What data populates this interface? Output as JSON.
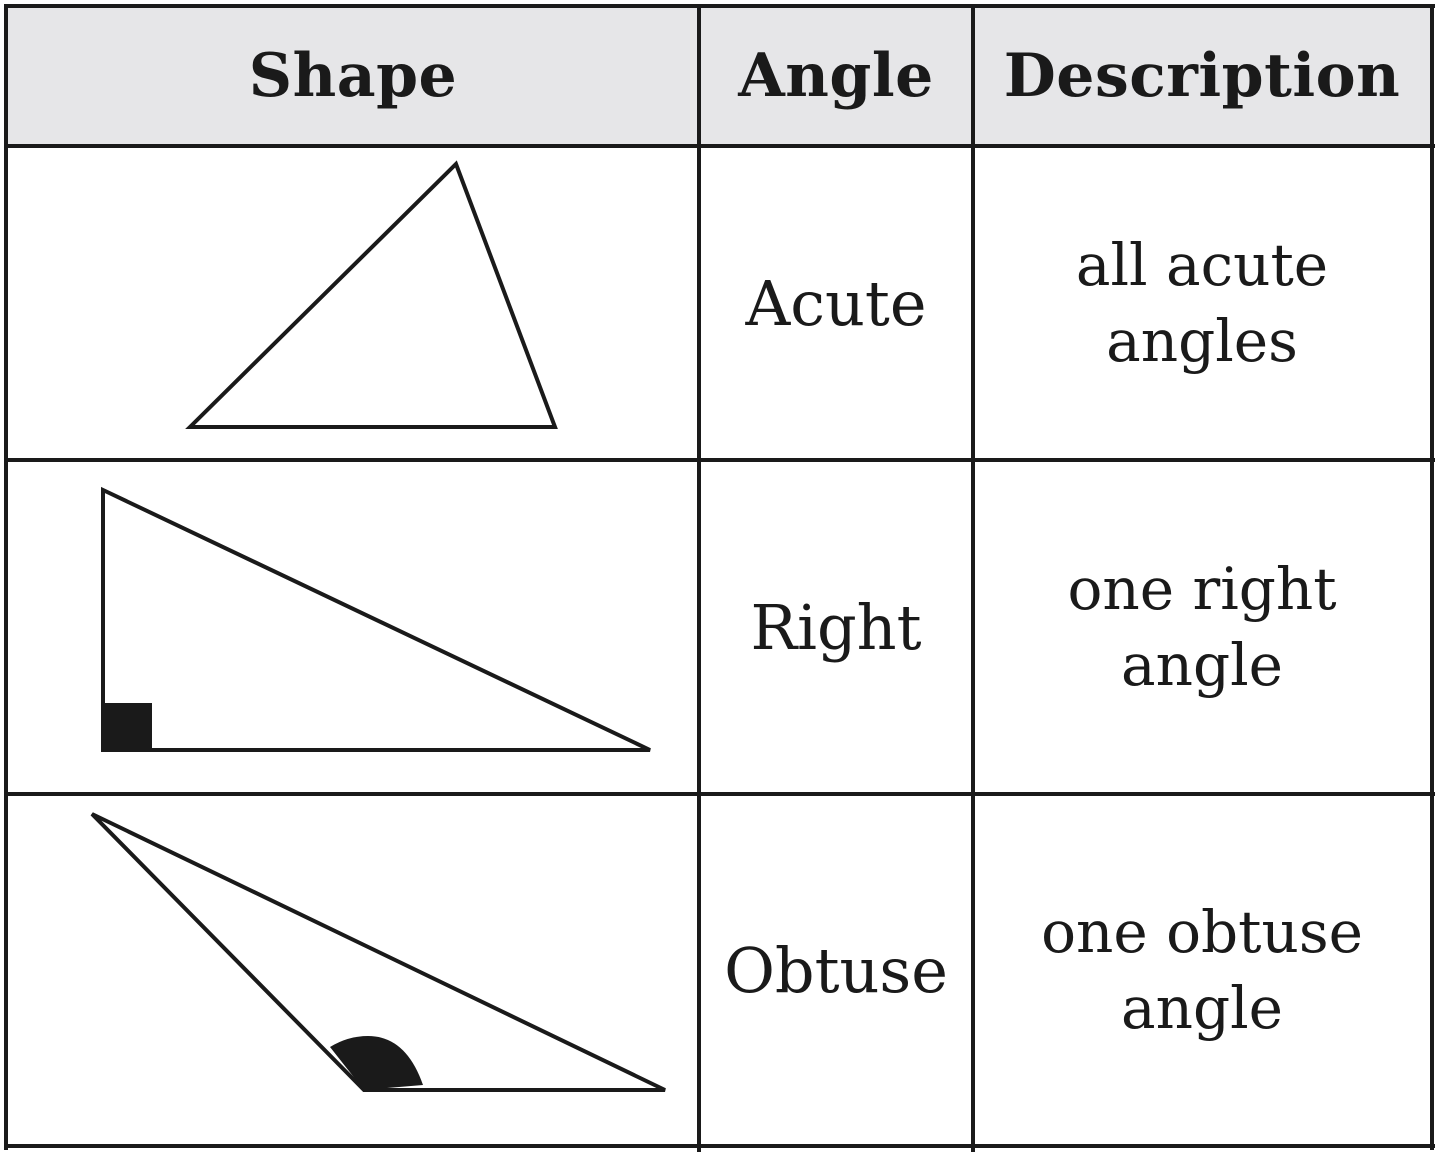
{
  "table": {
    "headers": {
      "shape": "Shape",
      "angle": "Angle",
      "description": "Description"
    },
    "rows": [
      {
        "shape_icon": "acute-triangle-icon",
        "angle": "Acute",
        "description": "all acute\nangles"
      },
      {
        "shape_icon": "right-triangle-icon",
        "angle": "Right",
        "description": "one right\nangle"
      },
      {
        "shape_icon": "obtuse-triangle-icon",
        "angle": "Obtuse",
        "description": "one obtuse\nangle"
      }
    ]
  },
  "colors": {
    "line": "#1a1a1a",
    "header_bg": "#e6e6e8",
    "background": "#ffffff"
  }
}
